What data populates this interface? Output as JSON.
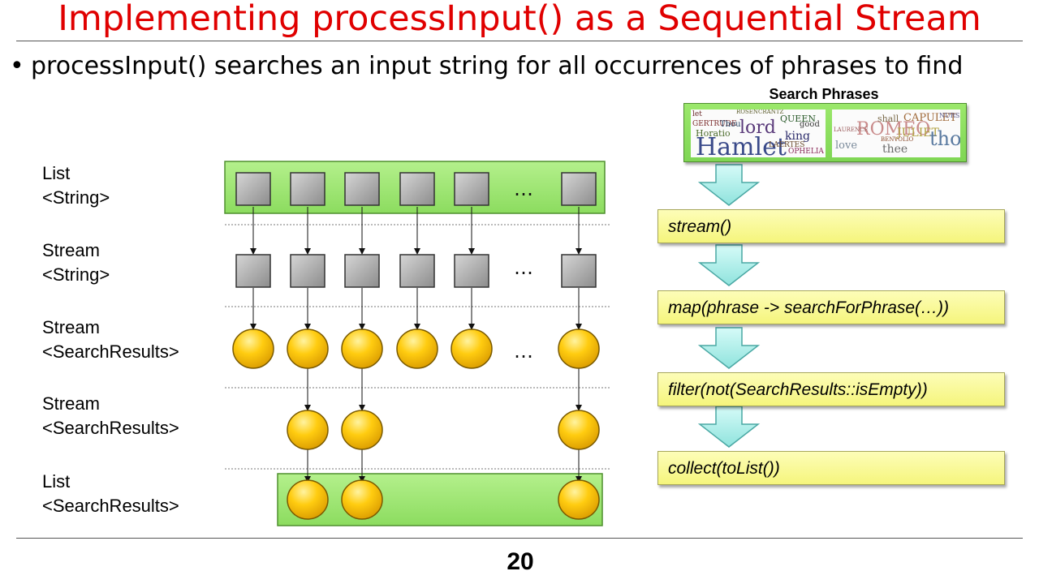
{
  "title": "Implementing processInput() as a Sequential Stream",
  "bullet": "processInput() searches an input string for all occurrences of phrases to find",
  "colors": {
    "title": "#e00000",
    "green_box": "#9de870",
    "yellow_box": "#f8f88a",
    "square": "#a9a9a9",
    "circle": "#f5c000",
    "arrow_fill": "#bff3ef"
  },
  "rows": [
    {
      "line1": "List",
      "line2": "<String>"
    },
    {
      "line1": "Stream",
      "line2": "<String>"
    },
    {
      "line1": "Stream",
      "line2": "<SearchResults>"
    },
    {
      "line1": "Stream",
      "line2": "<SearchResults>"
    },
    {
      "line1": "List",
      "line2": "<SearchResults>"
    }
  ],
  "ellipsis": "…",
  "search_phrases": {
    "heading": "Search Phrases",
    "hamlet_words": [
      "Hamlet",
      "lord",
      "QUEEN",
      "GERTRUDE",
      "Horatio",
      "king",
      "LAERTES",
      "OPHELIA",
      "good",
      "ROSENCRANTZ",
      "let",
      "Thou"
    ],
    "romeo_words": [
      "ROMEO",
      "JULIET",
      "CAPULET",
      "thou",
      "thee",
      "shall",
      "BENVOLIO",
      "love",
      "LAURENCE",
      "NURSE"
    ]
  },
  "pipeline": [
    "stream()",
    "map(phrase -> searchForPhrase(…))",
    "filter(not(SearchResults::isEmpty))",
    "collect(toList())"
  ],
  "page_number": "20"
}
